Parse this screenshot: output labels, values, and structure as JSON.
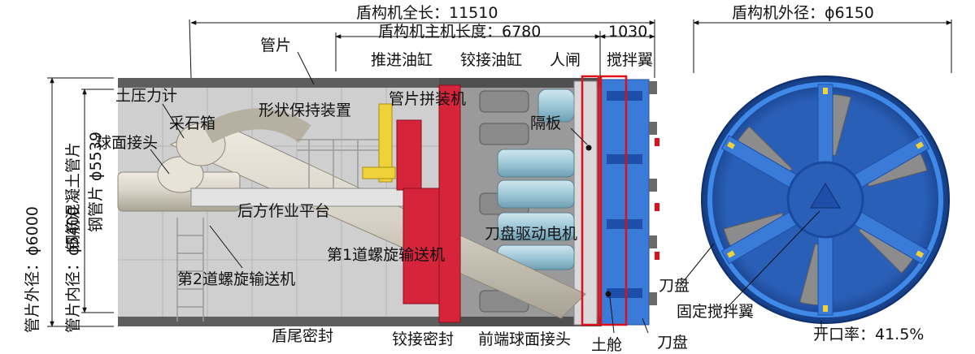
{
  "colors": {
    "segment_gray": "#6f6f6f",
    "pipe_beige": "#d8d2c6",
    "platform_gray": "#dcdcdc",
    "red_part": "#d6243a",
    "yellow_part": "#efd23a",
    "motor_blue": "#9ec8d8",
    "cutter_blue": "#3a7bd8",
    "dark_blue": "#1d4fa8",
    "outline_red": "#e0101a"
  },
  "dims": {
    "total_length": "盾构机全长：11510",
    "main_length": "盾构机主机长度：6780",
    "end_length": "1030",
    "outer_diameter": "盾构机外径：ϕ6150"
  },
  "left_vertical": {
    "segment_outer": "管片外径：ϕ6000",
    "segment_inner": "管片内径：ϕ5400",
    "rc_segment": "钢筋混凝土管片",
    "steel_segment": "钢管片 ϕ5539"
  },
  "labels": {
    "segment": "管片",
    "thrust_cylinder": "推进油缸",
    "articulation_cylinder": "铰接油缸",
    "airlock": "人闸",
    "mixing_wing": "搅拌翼",
    "earth_pressure_gauge": "土压力计",
    "erector": "管片拼装机",
    "shape_keeper": "形状保持装置",
    "stone_box": "采石箱",
    "ball_joint": "球面接头",
    "bulkhead": "隔板",
    "rear_platform": "后方作业平台",
    "cutter_motor": "刀盘驱动电机",
    "screw_conveyor_1": "第1道螺旋输送机",
    "screw_conveyor_2": "第2道螺旋输送机",
    "cutterhead_right": "刀盘",
    "fixed_mixing_wing": "固定搅拌翼",
    "opening_ratio": "开口率：41.5%",
    "tail_seal": "盾尾密封",
    "articulation_seal": "铰接密封",
    "front_ball_joint": "前端球面接头",
    "soil_chamber": "土舱",
    "cutterhead_bottom": "刀盘"
  }
}
